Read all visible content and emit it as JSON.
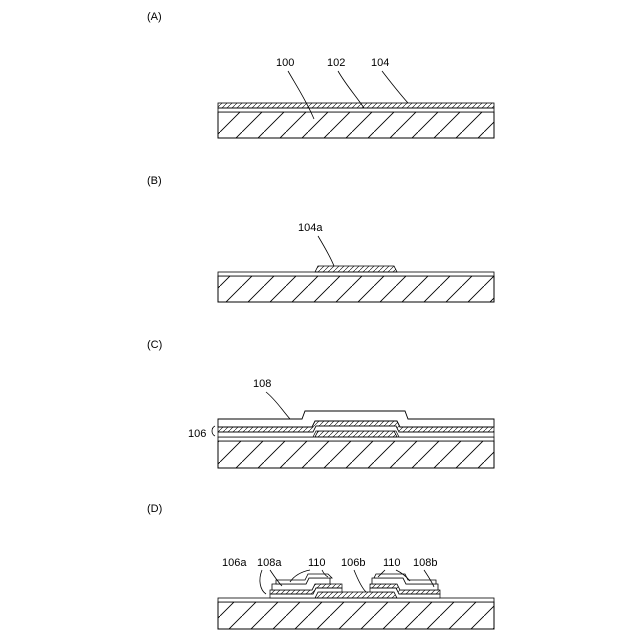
{
  "panels": {
    "A": {
      "label": "(A)",
      "refs": {
        "r100": "100",
        "r102": "102",
        "r104": "104"
      }
    },
    "B": {
      "label": "(B)",
      "refs": {
        "r104a": "104a"
      }
    },
    "C": {
      "label": "(C)",
      "refs": {
        "r108": "108",
        "r106": "106"
      }
    },
    "D": {
      "label": "(D)",
      "refs": {
        "r106a": "106a",
        "r108a": "108a",
        "r110_left": "110",
        "r106b": "106b",
        "r110_right": "110",
        "r108b": "108b"
      }
    }
  }
}
